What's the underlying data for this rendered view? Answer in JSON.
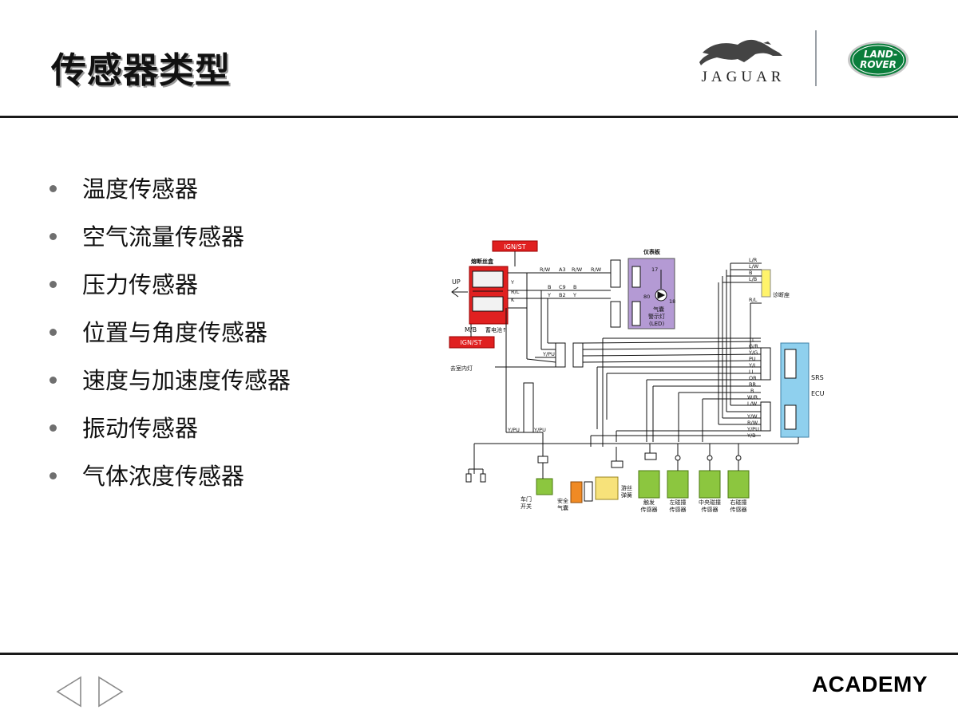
{
  "header": {
    "title": "传感器类型",
    "brand_left": "JAGUAR",
    "brand_right_line1": "LAND-",
    "brand_right_line2": "ROVER"
  },
  "bullets": [
    "温度传感器",
    "空气流量传感器",
    "压力传感器",
    "位置与角度传感器",
    "速度与加速度传感器",
    "振动传感器",
    "气体浓度传感器"
  ],
  "diagram": {
    "ign_st_top": "IGN/ST",
    "ign_st_bottom": "IGN/ST",
    "fuse_box": "熔断丝盒",
    "up": "UP",
    "mb": "M/B",
    "battery": "蓄电池↑",
    "dashboard": "仪表板",
    "airbag_lamp_line1": "气囊",
    "airbag_lamp_line2": "警示灯",
    "airbag_lamp_line3": "(LED)",
    "diag_socket": "诊断座",
    "srs": "SRS",
    "ecu": "ECU",
    "to_interior_light": "去室内灯",
    "door_switch_line1": "车门",
    "door_switch_line2": "开关",
    "safety_airbag_line1": "安全",
    "safety_airbag_line2": "气囊",
    "clock_spring_line1": "游丝",
    "clock_spring_line2": "弹簧",
    "sensor_safing_line1": "触发",
    "sensor_safing_line2": "传感器",
    "sensor_left_line1": "左碰撞",
    "sensor_left_line2": "传感器",
    "sensor_center_line1": "中央碰撞",
    "sensor_center_line2": "传感器",
    "sensor_right_line1": "右碰撞",
    "sensor_right_line2": "传感器",
    "wire_rw1": "R/W",
    "wire_a3": "A3",
    "wire_rw2": "R/W",
    "wire_rw3": "R/W",
    "wire_b1": "B",
    "wire_c9": "C9",
    "wire_b2": "B",
    "wire_y1": "Y",
    "wire_b2c": "B2",
    "wire_y2": "Y",
    "wire_y3": "Y",
    "wire_rl": "R/L",
    "wire_k": "K",
    "pin_17": "17",
    "pin_80": "80",
    "pin_18": "18",
    "wire_ypu1": "Y/PU",
    "wire_ypu2": "Y/PU",
    "wire_ypu3": "Y/PU",
    "wire_lr": "L/R",
    "wire_lw": "L/W",
    "wire_b3": "B",
    "wire_lb": "L/B",
    "wire_rl2": "R/L",
    "wire_l": "L",
    "wire_gr": "G/R",
    "wire_yg": "Y/G",
    "wire_pu": "PU",
    "wire_yl": "Y/L",
    "wire_ll": "LL",
    "wire_br": "BR",
    "wire_b4": "B",
    "wire_or": "OR",
    "wire_lw2": "L/W",
    "wire_wr": "W/R",
    "wire_yw": "Y/W",
    "wire_rw4": "R/W",
    "wire_yb": "Y/B",
    "wire_ypu4": "Y/PU"
  },
  "footer": {
    "brand": "ACADEMY"
  },
  "colors": {
    "fuse_red": "#e02020",
    "dashboard_purple": "#b49ad4",
    "ecu_blue": "#8fd0ee",
    "sensor_green": "#8cc63f",
    "clock_spring_yellow": "#f7e27a",
    "airbag_orange": "#f08a24",
    "diag_yellow": "#fff36b",
    "landrover_green": "#0a7d3b"
  },
  "icons": [
    "jaguar-leaper-icon",
    "landrover-oval-icon",
    "chevron-left-icon",
    "chevron-right-icon"
  ]
}
